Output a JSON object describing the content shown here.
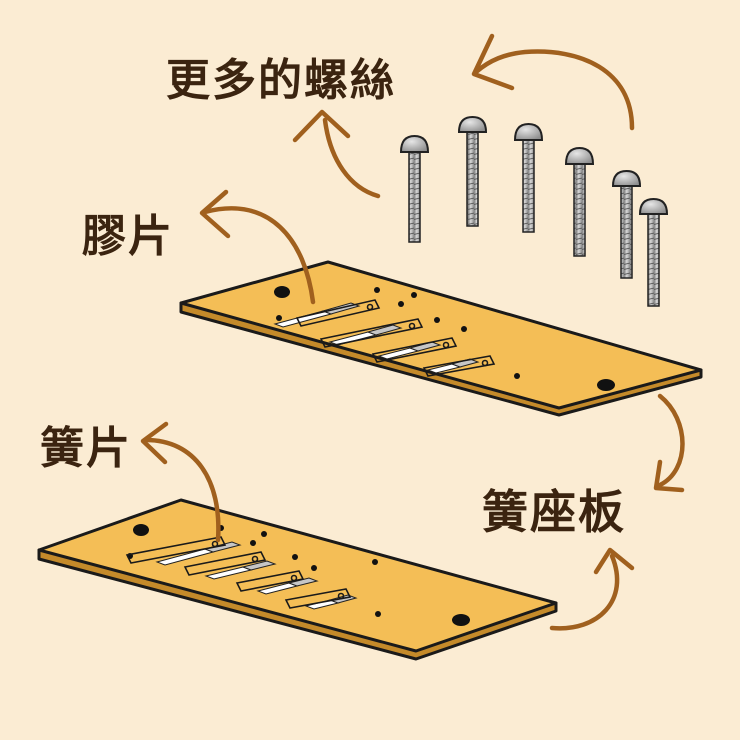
{
  "labels": {
    "more_screws": "更多的螺絲",
    "gasket": "膠片",
    "reed": "簧片",
    "reed_plate": "簧座板"
  },
  "colors": {
    "background": "#fbecd3",
    "plate": "#f4be56",
    "outline": "#1a1a1a",
    "screw": "#a9a9a9",
    "arrow": "#a0601e",
    "text": "#3b2410"
  },
  "icons": {
    "screw": "screw-icon",
    "arrow": "curved-arrow-icon"
  }
}
